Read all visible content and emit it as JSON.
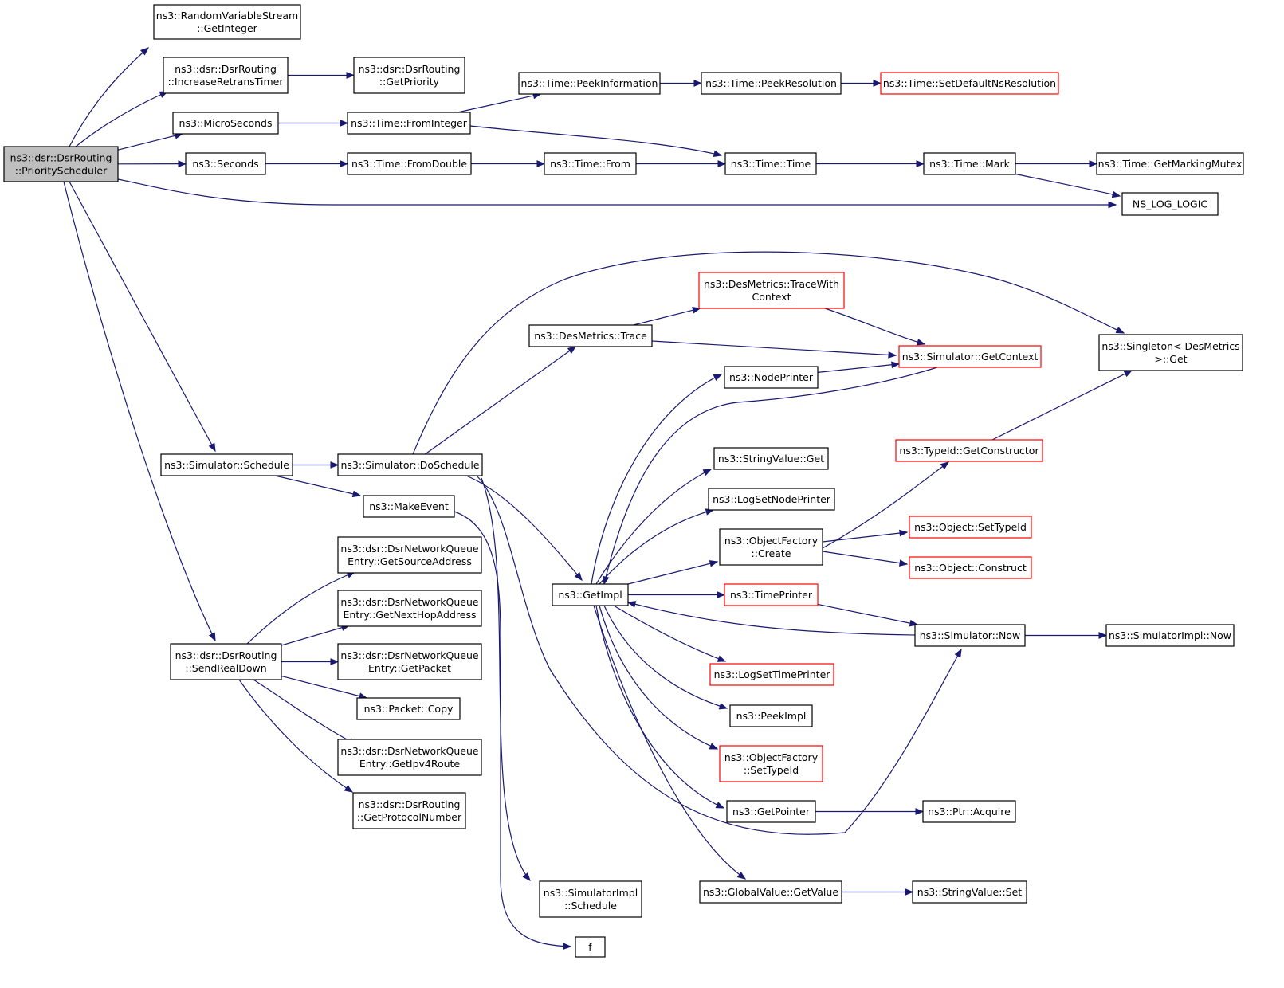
{
  "nodes": [
    {
      "id": "root",
      "lines": [
        "ns3::dsr::DsrRouting",
        "::PriorityScheduler"
      ],
      "style": "root"
    },
    {
      "id": "rvs_getint",
      "lines": [
        "ns3::RandomVariableStream",
        "::GetInteger"
      ],
      "style": "normal"
    },
    {
      "id": "inc_retrans",
      "lines": [
        "ns3::dsr::DsrRouting",
        "::IncreaseRetransTimer"
      ],
      "style": "normal"
    },
    {
      "id": "get_priority",
      "lines": [
        "ns3::dsr::DsrRouting",
        "::GetPriority"
      ],
      "style": "normal"
    },
    {
      "id": "microseconds",
      "lines": [
        "ns3::MicroSeconds"
      ],
      "style": "normal"
    },
    {
      "id": "seconds",
      "lines": [
        "ns3::Seconds"
      ],
      "style": "normal"
    },
    {
      "id": "from_integer",
      "lines": [
        "ns3::Time::FromInteger"
      ],
      "style": "normal"
    },
    {
      "id": "from_double",
      "lines": [
        "ns3::Time::FromDouble"
      ],
      "style": "normal"
    },
    {
      "id": "peek_info",
      "lines": [
        "ns3::Time::PeekInformation"
      ],
      "style": "normal"
    },
    {
      "id": "peek_res",
      "lines": [
        "ns3::Time::PeekResolution"
      ],
      "style": "normal"
    },
    {
      "id": "set_default_ns",
      "lines": [
        "ns3::Time::SetDefaultNsResolution"
      ],
      "style": "red"
    },
    {
      "id": "time_from",
      "lines": [
        "ns3::Time::From"
      ],
      "style": "normal"
    },
    {
      "id": "time_time",
      "lines": [
        "ns3::Time::Time"
      ],
      "style": "normal"
    },
    {
      "id": "time_mark",
      "lines": [
        "ns3::Time::Mark"
      ],
      "style": "normal"
    },
    {
      "id": "marking_mutex",
      "lines": [
        "ns3::Time::GetMarkingMutex"
      ],
      "style": "normal"
    },
    {
      "id": "ns_log_logic",
      "lines": [
        "NS_LOG_LOGIC"
      ],
      "style": "normal"
    },
    {
      "id": "sim_schedule",
      "lines": [
        "ns3::Simulator::Schedule"
      ],
      "style": "normal"
    },
    {
      "id": "sim_doschedule",
      "lines": [
        "ns3::Simulator::DoSchedule"
      ],
      "style": "normal"
    },
    {
      "id": "make_event",
      "lines": [
        "ns3::MakeEvent"
      ],
      "style": "normal"
    },
    {
      "id": "desm_trace",
      "lines": [
        "ns3::DesMetrics::Trace"
      ],
      "style": "normal"
    },
    {
      "id": "desm_tracewith",
      "lines": [
        "ns3::DesMetrics::TraceWith",
        "Context"
      ],
      "style": "red"
    },
    {
      "id": "sim_getcontext",
      "lines": [
        "ns3::Simulator::GetContext"
      ],
      "style": "red"
    },
    {
      "id": "singleton_get",
      "lines": [
        "ns3::Singleton< DesMetrics",
        ">::Get"
      ],
      "style": "normal"
    },
    {
      "id": "node_printer",
      "lines": [
        "ns3::NodePrinter"
      ],
      "style": "normal"
    },
    {
      "id": "stringvalue_get",
      "lines": [
        "ns3::StringValue::Get"
      ],
      "style": "normal"
    },
    {
      "id": "log_set_node_printer",
      "lines": [
        "ns3::LogSetNodePrinter"
      ],
      "style": "normal"
    },
    {
      "id": "objfactory_create",
      "lines": [
        "ns3::ObjectFactory",
        "::Create"
      ],
      "style": "normal"
    },
    {
      "id": "typeid_getctor",
      "lines": [
        "ns3::TypeId::GetConstructor"
      ],
      "style": "red"
    },
    {
      "id": "object_settypeid",
      "lines": [
        "ns3::Object::SetTypeId"
      ],
      "style": "red"
    },
    {
      "id": "object_construct",
      "lines": [
        "ns3::Object::Construct"
      ],
      "style": "red"
    },
    {
      "id": "get_impl",
      "lines": [
        "ns3::GetImpl"
      ],
      "style": "normal"
    },
    {
      "id": "time_printer",
      "lines": [
        "ns3::TimePrinter"
      ],
      "style": "red"
    },
    {
      "id": "sim_now",
      "lines": [
        "ns3::Simulator::Now"
      ],
      "style": "normal"
    },
    {
      "id": "simimpl_now",
      "lines": [
        "ns3::SimulatorImpl::Now"
      ],
      "style": "normal"
    },
    {
      "id": "log_set_time_printer",
      "lines": [
        "ns3::LogSetTimePrinter"
      ],
      "style": "red"
    },
    {
      "id": "peek_impl",
      "lines": [
        "ns3::PeekImpl"
      ],
      "style": "normal"
    },
    {
      "id": "objfactory_settypeid",
      "lines": [
        "ns3::ObjectFactory",
        "::SetTypeId"
      ],
      "style": "red"
    },
    {
      "id": "get_pointer",
      "lines": [
        "ns3::GetPointer"
      ],
      "style": "normal"
    },
    {
      "id": "ptr_acquire",
      "lines": [
        "ns3::Ptr::Acquire"
      ],
      "style": "normal"
    },
    {
      "id": "globalvalue_getvalue",
      "lines": [
        "ns3::GlobalValue::GetValue"
      ],
      "style": "normal"
    },
    {
      "id": "stringvalue_set",
      "lines": [
        "ns3::StringValue::Set"
      ],
      "style": "normal"
    },
    {
      "id": "simimpl_schedule",
      "lines": [
        "ns3::SimulatorImpl",
        "::Schedule"
      ],
      "style": "normal"
    },
    {
      "id": "f",
      "lines": [
        "f"
      ],
      "style": "normal"
    },
    {
      "id": "send_real_down",
      "lines": [
        "ns3::dsr::DsrRouting",
        "::SendRealDown"
      ],
      "style": "normal"
    },
    {
      "id": "get_source_addr",
      "lines": [
        "ns3::dsr::DsrNetworkQueue",
        "Entry::GetSourceAddress"
      ],
      "style": "normal"
    },
    {
      "id": "get_nexthop_addr",
      "lines": [
        "ns3::dsr::DsrNetworkQueue",
        "Entry::GetNextHopAddress"
      ],
      "style": "normal"
    },
    {
      "id": "get_packet",
      "lines": [
        "ns3::dsr::DsrNetworkQueue",
        "Entry::GetPacket"
      ],
      "style": "normal"
    },
    {
      "id": "packet_copy",
      "lines": [
        "ns3::Packet::Copy"
      ],
      "style": "normal"
    },
    {
      "id": "get_ipv4route",
      "lines": [
        "ns3::dsr::DsrNetworkQueue",
        "Entry::GetIpv4Route"
      ],
      "style": "normal"
    },
    {
      "id": "get_protocol_number",
      "lines": [
        "ns3::dsr::DsrRouting",
        "::GetProtocolNumber"
      ],
      "style": "normal"
    }
  ],
  "edges": [
    [
      "root",
      "rvs_getint"
    ],
    [
      "root",
      "inc_retrans"
    ],
    [
      "root",
      "microseconds"
    ],
    [
      "root",
      "seconds"
    ],
    [
      "root",
      "ns_log_logic"
    ],
    [
      "root",
      "sim_schedule"
    ],
    [
      "root",
      "send_real_down"
    ],
    [
      "inc_retrans",
      "get_priority"
    ],
    [
      "microseconds",
      "from_integer"
    ],
    [
      "seconds",
      "from_double"
    ],
    [
      "from_integer",
      "peek_info"
    ],
    [
      "from_integer",
      "time_time"
    ],
    [
      "peek_info",
      "peek_res"
    ],
    [
      "peek_res",
      "set_default_ns"
    ],
    [
      "from_double",
      "time_from"
    ],
    [
      "time_from",
      "time_time"
    ],
    [
      "time_time",
      "time_mark"
    ],
    [
      "time_mark",
      "marking_mutex"
    ],
    [
      "time_mark",
      "ns_log_logic"
    ],
    [
      "sim_schedule",
      "sim_doschedule"
    ],
    [
      "sim_schedule",
      "make_event"
    ],
    [
      "sim_doschedule",
      "singleton_get"
    ],
    [
      "sim_doschedule",
      "desm_trace"
    ],
    [
      "sim_doschedule",
      "get_impl"
    ],
    [
      "sim_doschedule",
      "sim_now"
    ],
    [
      "sim_doschedule",
      "simimpl_schedule"
    ],
    [
      "make_event",
      "f"
    ],
    [
      "desm_trace",
      "desm_tracewith"
    ],
    [
      "desm_trace",
      "sim_getcontext"
    ],
    [
      "desm_tracewith",
      "sim_getcontext"
    ],
    [
      "node_printer",
      "sim_getcontext"
    ],
    [
      "typeid_getctor",
      "singleton_get"
    ],
    [
      "get_impl",
      "node_printer"
    ],
    [
      "get_impl",
      "stringvalue_get"
    ],
    [
      "get_impl",
      "log_set_node_printer"
    ],
    [
      "get_impl",
      "objfactory_create"
    ],
    [
      "get_impl",
      "time_printer"
    ],
    [
      "get_impl",
      "log_set_time_printer"
    ],
    [
      "get_impl",
      "peek_impl"
    ],
    [
      "get_impl",
      "objfactory_settypeid"
    ],
    [
      "get_impl",
      "get_pointer"
    ],
    [
      "get_impl",
      "globalvalue_getvalue"
    ],
    [
      "sim_getcontext",
      "get_impl"
    ],
    [
      "sim_now",
      "get_impl"
    ],
    [
      "objfactory_create",
      "typeid_getctor"
    ],
    [
      "objfactory_create",
      "object_settypeid"
    ],
    [
      "objfactory_create",
      "object_construct"
    ],
    [
      "time_printer",
      "sim_now"
    ],
    [
      "sim_now",
      "simimpl_now"
    ],
    [
      "get_pointer",
      "ptr_acquire"
    ],
    [
      "globalvalue_getvalue",
      "stringvalue_set"
    ],
    [
      "send_real_down",
      "get_source_addr"
    ],
    [
      "send_real_down",
      "get_nexthop_addr"
    ],
    [
      "send_real_down",
      "get_packet"
    ],
    [
      "send_real_down",
      "packet_copy"
    ],
    [
      "send_real_down",
      "get_ipv4route"
    ],
    [
      "send_real_down",
      "get_protocol_number"
    ]
  ]
}
